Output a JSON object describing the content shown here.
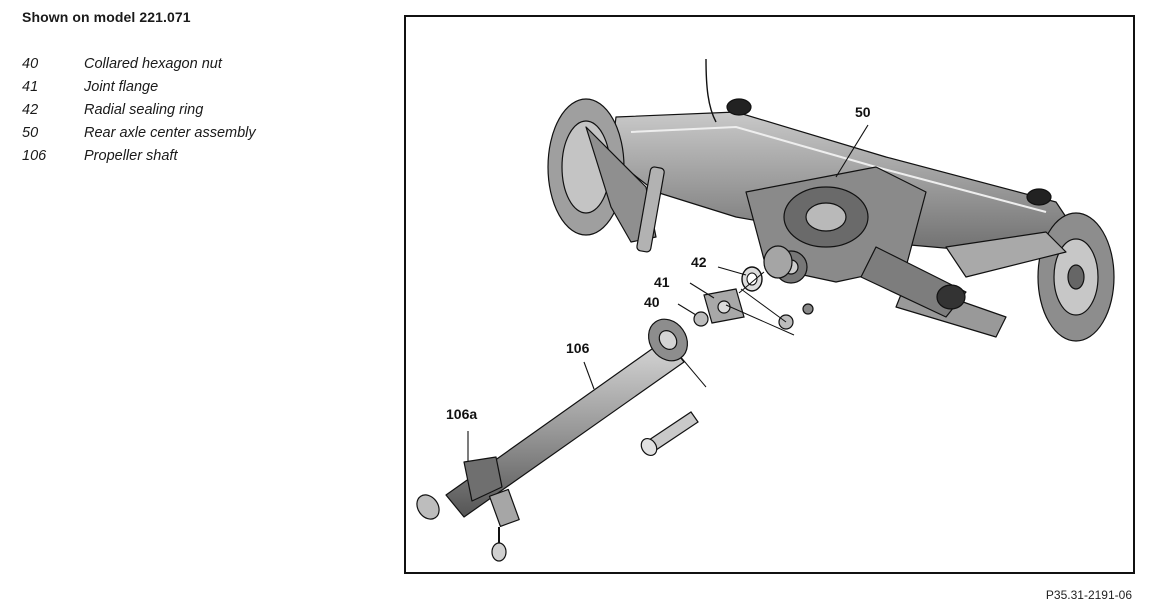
{
  "heading": "Shown on model 221.071",
  "legend": [
    {
      "number": "40",
      "description": "Collared hexagon nut"
    },
    {
      "number": "41",
      "description": "Joint flange"
    },
    {
      "number": "42",
      "description": "Radial sealing ring"
    },
    {
      "number": "50",
      "description": "Rear axle center assembly"
    },
    {
      "number": "106",
      "description": "Propeller shaft"
    }
  ],
  "callouts": {
    "c50": "50",
    "c42": "42",
    "c41": "41",
    "c40": "40",
    "c106": "106",
    "c106a": "106a"
  },
  "figure_reference": "P35.31-2191-06",
  "colors": {
    "line": "#111111",
    "part_fill": "#9a9a9a",
    "part_dark": "#5c5c5c",
    "part_light": "#cfcfcf"
  }
}
